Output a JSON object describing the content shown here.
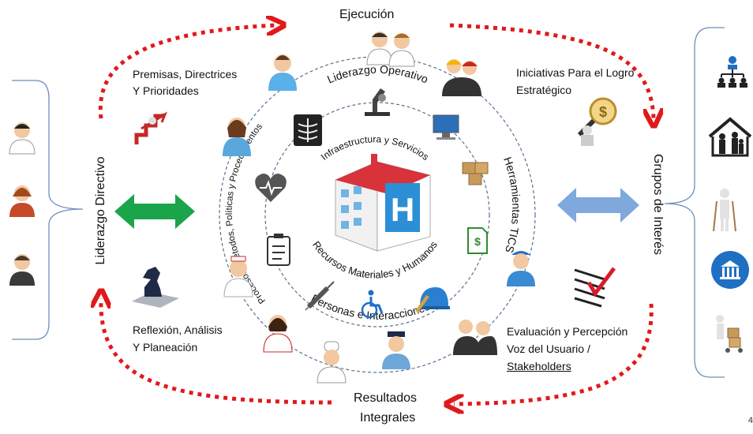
{
  "top": {
    "title": "Ejecución"
  },
  "bottom": {
    "title_line1": "Resultados",
    "title_line2": "Integrales"
  },
  "left": {
    "vertical_label": "Liderazgo Directivo"
  },
  "right": {
    "vertical_label": "Grupos de Interés"
  },
  "quadrants": {
    "top_left": {
      "line1": "Premisas, Directrices",
      "line2": "Y Prioridades"
    },
    "top_right": {
      "line1": "Iniciativas Para el Logro",
      "line2": "Estratégico"
    },
    "bottom_left": {
      "line1": "Reflexión, Análisis",
      "line2": "Y Planeación"
    },
    "bottom_right": {
      "line1": "Evaluación y Percepción",
      "line2": "Voz del Usuario /",
      "line3": "Stakeholders"
    }
  },
  "ring_labels": {
    "top_arc": "Liderazgo Operativo",
    "left_arc": "Procesos, Métodos, Políticas y Procedimientos",
    "right_arc": "Herramientas TICS",
    "bottom_arc": "Personas e Interacciones",
    "inner_top_arc": "Infraestructura y Servicios",
    "inner_bottom_arc": "Recursos Materiales y Humanos"
  },
  "center": {
    "icon": "hospital-icon",
    "letter": "H"
  },
  "page_number": "4",
  "colors": {
    "dashed_arrow": "#e0191c",
    "green_arrow": "#1aa54a",
    "blue_arrow": "#7fa8dc",
    "bracket": "#6c8ebf",
    "ring": "#5b6f8f"
  }
}
